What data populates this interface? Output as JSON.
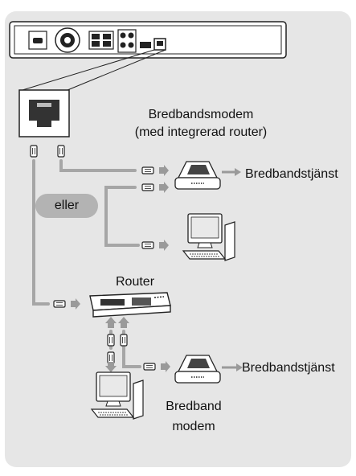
{
  "colors": {
    "panel": "#e6e6e6",
    "cable": "#a6a6a6",
    "pill": "#b3b3b3",
    "device": "#ffffff",
    "stroke": "#222222"
  },
  "labels": {
    "modem_router_title": "Bredbandsmodem",
    "modem_router_subtitle": "(med integrerad router)",
    "service_top": "Bredbandstjänst",
    "or": "eller",
    "router": "Router",
    "service_bottom": "Bredbandstjänst",
    "modem_line1": "Bredband",
    "modem_line2": "modem"
  },
  "icons": [
    "player-rear-panel-icon",
    "lan-port-icon",
    "ethernet-plug-icon",
    "arrow-icon",
    "modem-icon",
    "computer-icon",
    "router-icon"
  ]
}
